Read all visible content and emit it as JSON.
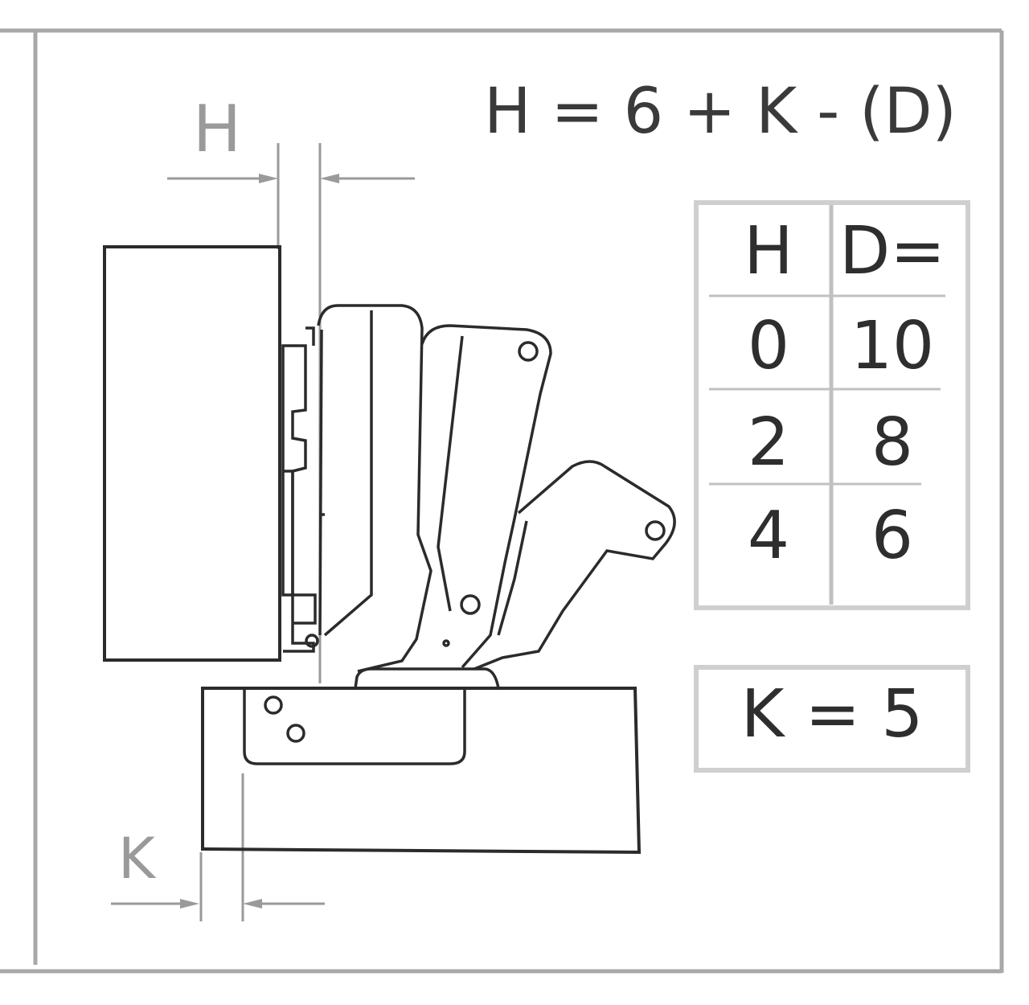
{
  "formula": "H = 6 + K - (D)",
  "dimension_labels": {
    "h": "H",
    "k": "K"
  },
  "table": {
    "headers": [
      "H",
      "D="
    ],
    "rows": [
      [
        "0",
        "10"
      ],
      [
        "2",
        "8"
      ],
      [
        "4",
        "6"
      ]
    ]
  },
  "k_value": "K = 5",
  "colors": {
    "line": "#2b2b2b",
    "frame": "#a8a8a8",
    "dim": "#9a9a9a",
    "formula_text": "#3a3a3a",
    "table_text": "#2e2e2e",
    "table_rule": "#c0c0c0",
    "table_border": "#cfcfcf"
  }
}
